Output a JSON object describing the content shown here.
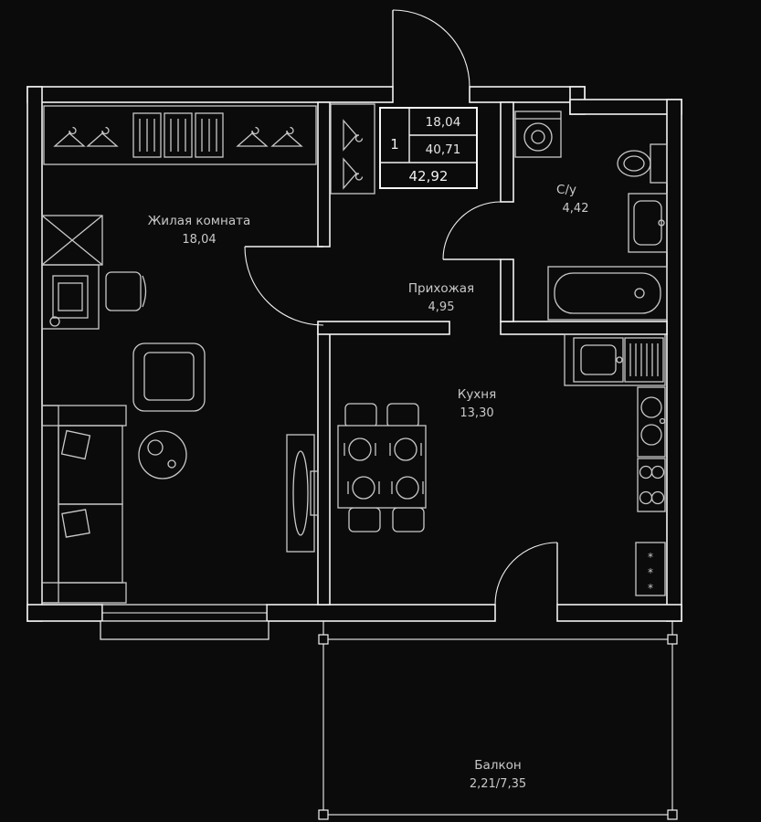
{
  "colors": {
    "bg": "#0b0b0b",
    "wall": "#f2f2f2",
    "dim": "#c9c9c9",
    "text": "#c9c9c9"
  },
  "info_box": {
    "rooms_count": "1",
    "living_area": "18,04",
    "area": "40,71",
    "total_area": "42,92"
  },
  "rooms": {
    "living": {
      "name": "Жилая комната",
      "area": "18,04"
    },
    "hallway": {
      "name": "Прихожая",
      "area": "4,95"
    },
    "bathroom": {
      "name": "С/у",
      "area": "4,42"
    },
    "kitchen": {
      "name": "Кухня",
      "area": "13,30"
    },
    "balcony": {
      "name": "Балкон",
      "area": "2,21/7,35"
    }
  },
  "icons": {
    "fridge_snowflake": "*"
  }
}
